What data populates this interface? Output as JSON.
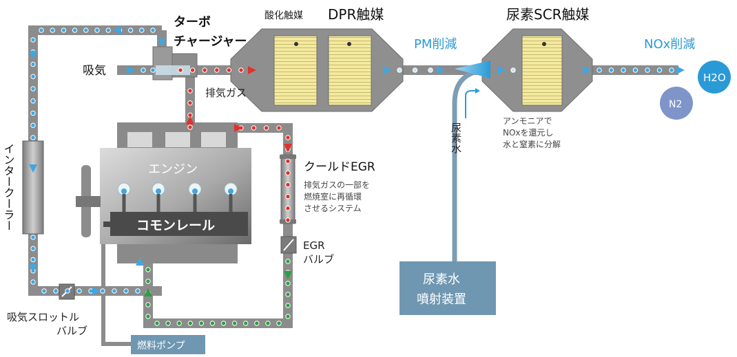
{
  "labels": {
    "turbo_line1": "ターボ",
    "turbo_line2": "チャージャー",
    "oxidation_catalyst": "酸化触媒",
    "dpr_catalyst": "DPR触媒",
    "urea_scr_catalyst": "尿素SCR触媒",
    "pm_reduction": "PM削減",
    "nox_reduction": "NOx削減",
    "intake_air": "吸気",
    "exhaust_gas": "排気ガス",
    "intercooler": "インタークーラー",
    "engine": "エンジン",
    "common_rail": "コモンレール",
    "cooled_egr": "クールドEGR",
    "egr_desc": [
      "排気ガスの一部を",
      "燃焼室に再循環",
      "させるシステム"
    ],
    "egr_valve": [
      "EGR",
      "バルブ"
    ],
    "throttle_valve": [
      "吸気スロットル",
      "バルブ"
    ],
    "fuel_pump": "燃料ポンプ",
    "urea_water": "尿素水",
    "urea_injector": [
      "尿素水",
      "噴射装置"
    ],
    "scr_desc": [
      "アンモニアで",
      "NOxを還元し",
      "水と窒素に分解"
    ],
    "h2o": "H2O",
    "n2": "N2"
  },
  "colors": {
    "pipe": "#8c8c8c",
    "pipe_dark": "#6e6e6e",
    "air_dot": "#41a6e0",
    "exhaust_dot": "#e0322d",
    "fuel_dot": "#2f9e44",
    "accent_blue": "#2a9ad6",
    "urea_pipe": "#6f97b1",
    "catalyst_yellow": "#f3eaa0",
    "h2o_bubble": "#2a9ad6",
    "n2_bubble": "#7f95c9"
  }
}
